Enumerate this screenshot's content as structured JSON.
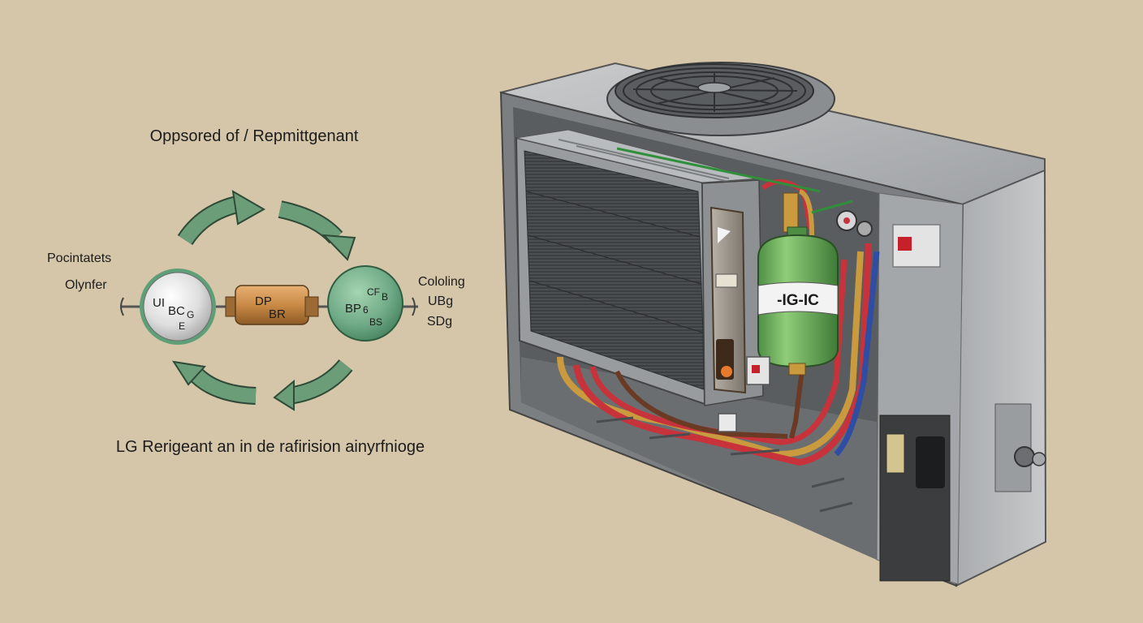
{
  "diagram": {
    "title": "Oppsored of / Repmittgenant",
    "caption": "LG Rerigeant an in de rafirision ainyrfnioge",
    "left_labels": [
      "Pocintatets",
      "Olynfer"
    ],
    "right_labels": [
      "Cololing",
      "UBg",
      "SDg"
    ],
    "nodes": {
      "left": [
        "UI",
        "BC",
        "G",
        "E"
      ],
      "middle": [
        "DP",
        "BR"
      ],
      "right": [
        "CF",
        "B",
        "BP",
        "6",
        "BS"
      ]
    }
  },
  "unit": {
    "tank_label": "-IG-IC"
  },
  "colors": {
    "background": "#d5c6a9",
    "arrow": "#6a9d78",
    "tank": "#6fae5e",
    "cabinet": "#8c8f91",
    "pipe_red": "#c8323b",
    "pipe_blue": "#2f4ea3",
    "pipe_gold": "#c99a3e",
    "drier": "#c58a46"
  }
}
